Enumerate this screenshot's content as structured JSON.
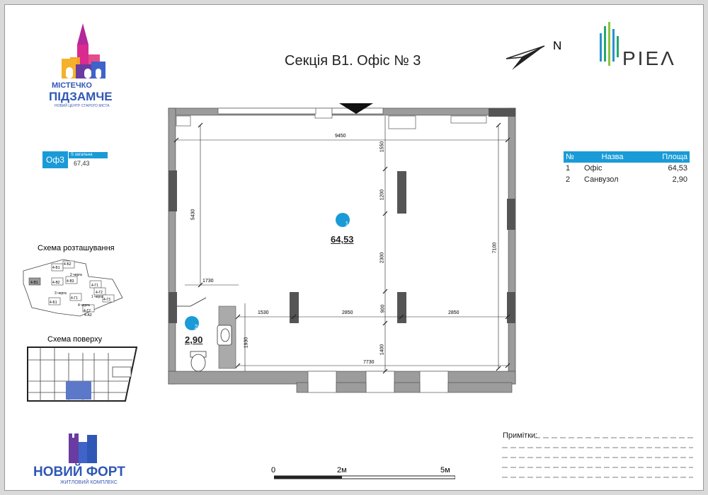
{
  "header": {
    "title": "Секція В1. Офіс № 3",
    "north_label": "N"
  },
  "logos": {
    "top_left": {
      "line1": "МІСТЕЧКО",
      "line2": "ПІДЗАМЧЕ",
      "tagline": "НОВИЙ ЦЕНТР СТАРОГО МІСТА"
    },
    "top_right": {
      "text": "PIEΛ"
    },
    "bottom_left": {
      "line1": "НОВИЙ ФОРТ",
      "line2": "ЖИТЛОВИЙ КОМПЛЕКС"
    }
  },
  "office_badge": {
    "code": "Оф3",
    "label": "S загальна",
    "value": "67,43"
  },
  "room_table": {
    "headers": [
      "№",
      "Назва",
      "Площа"
    ],
    "rows": [
      {
        "num": "1",
        "name": "Офіс",
        "area": "64,53"
      },
      {
        "num": "2",
        "name": "Санвузол",
        "area": "2,90"
      }
    ]
  },
  "plan": {
    "rooms": [
      {
        "marker": "1",
        "area": "64,53"
      },
      {
        "marker": "2",
        "area": "2,90"
      }
    ],
    "dimensions": {
      "top_width": "9450",
      "bottom_width": "7730",
      "left_height": "5430",
      "right_height": "7100",
      "wc_width": "1730",
      "wc_height": "1930",
      "seg_a": "1530",
      "seg_b": "2850",
      "seg_c": "2850",
      "col_1": "1550",
      "col_2": "1200",
      "col_3": "2300",
      "col_4": "900",
      "col_5": "1400"
    }
  },
  "location_scheme": {
    "title": "Схема розташування",
    "labels": [
      "4-Б1",
      "4-Б2",
      "2 черга",
      "4-В1",
      "4-В2",
      "4-В3",
      "3 черга",
      "4-Г1",
      "4-Г2",
      "1 черга",
      "4-Б1",
      "4-Г1",
      "4 черга",
      "4-Г2",
      "4-Г3",
      "4-А3"
    ]
  },
  "floor_scheme": {
    "title": "Схема поверху"
  },
  "scale_bar": {
    "labels": [
      "0",
      "2м",
      "5м"
    ]
  },
  "notes": {
    "label": "Примітки:"
  }
}
